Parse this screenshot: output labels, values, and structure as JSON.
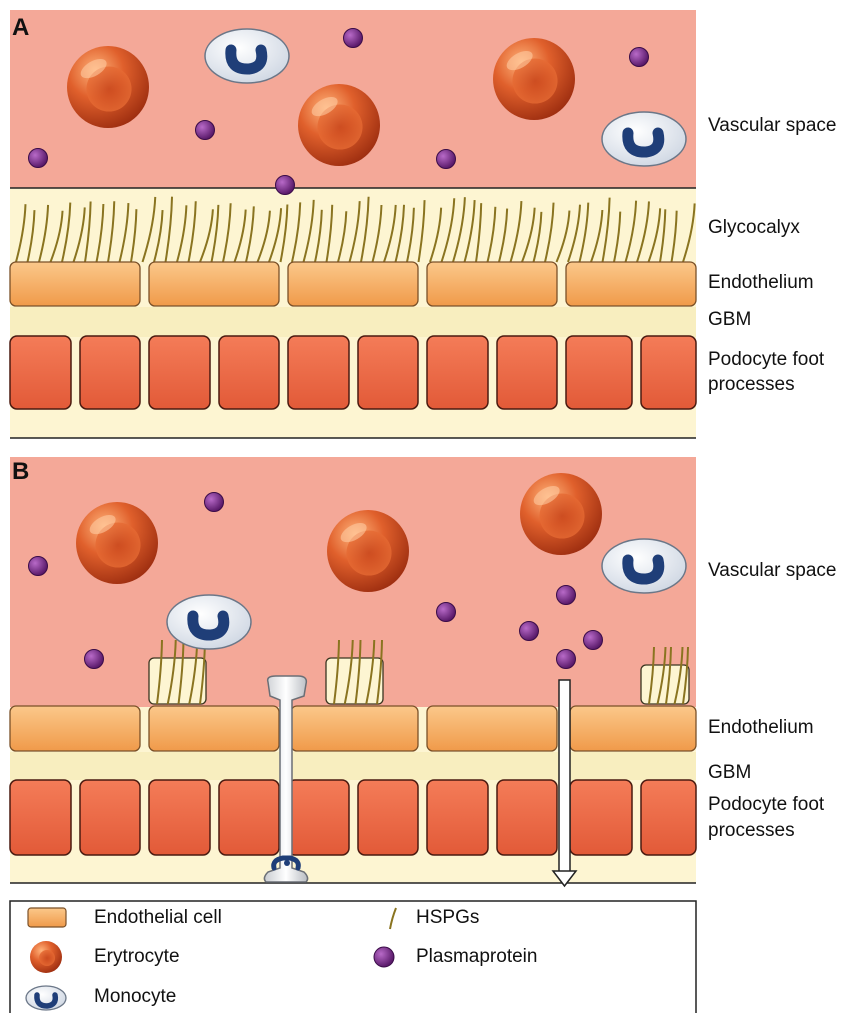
{
  "panel_a": {
    "letter": "A",
    "labels": {
      "vascular_space": "Vascular space",
      "glycocalyx": "Glycocalyx",
      "endothelium": "Endothelium",
      "gbm": "GBM",
      "podocyte_line1": "Podocyte foot",
      "podocyte_line2": "processes"
    }
  },
  "panel_b": {
    "letter": "B",
    "labels": {
      "vascular_space": "Vascular space",
      "endothelium": "Endothelium",
      "gbm": "GBM",
      "podocyte_line1": "Podocyte foot",
      "podocyte_line2": "processes"
    }
  },
  "legend": {
    "items": [
      {
        "icon": "endothelial-cell-icon",
        "label": "Endothelial cell"
      },
      {
        "icon": "hspg-icon",
        "label": "HSPGs"
      },
      {
        "icon": "erythrocyte-icon",
        "label": "Erytrocyte"
      },
      {
        "icon": "plasmaprotein-icon",
        "label": "Plasmaprotein"
      },
      {
        "icon": "monocyte-icon",
        "label": "Monocyte"
      }
    ]
  },
  "colors": {
    "vascular": "#f4a898",
    "glycocalyx_bg": "#fdf5d2",
    "gbm": "#f8eebf",
    "endothelial_cell": "#f6b06a",
    "podocyte": "#ee6a48",
    "erythrocyte": "#d9532a",
    "plasmaprotein": "#7a2a8a",
    "monocyte_nucleus": "#1f3e78",
    "hspg": "#8a7420"
  }
}
